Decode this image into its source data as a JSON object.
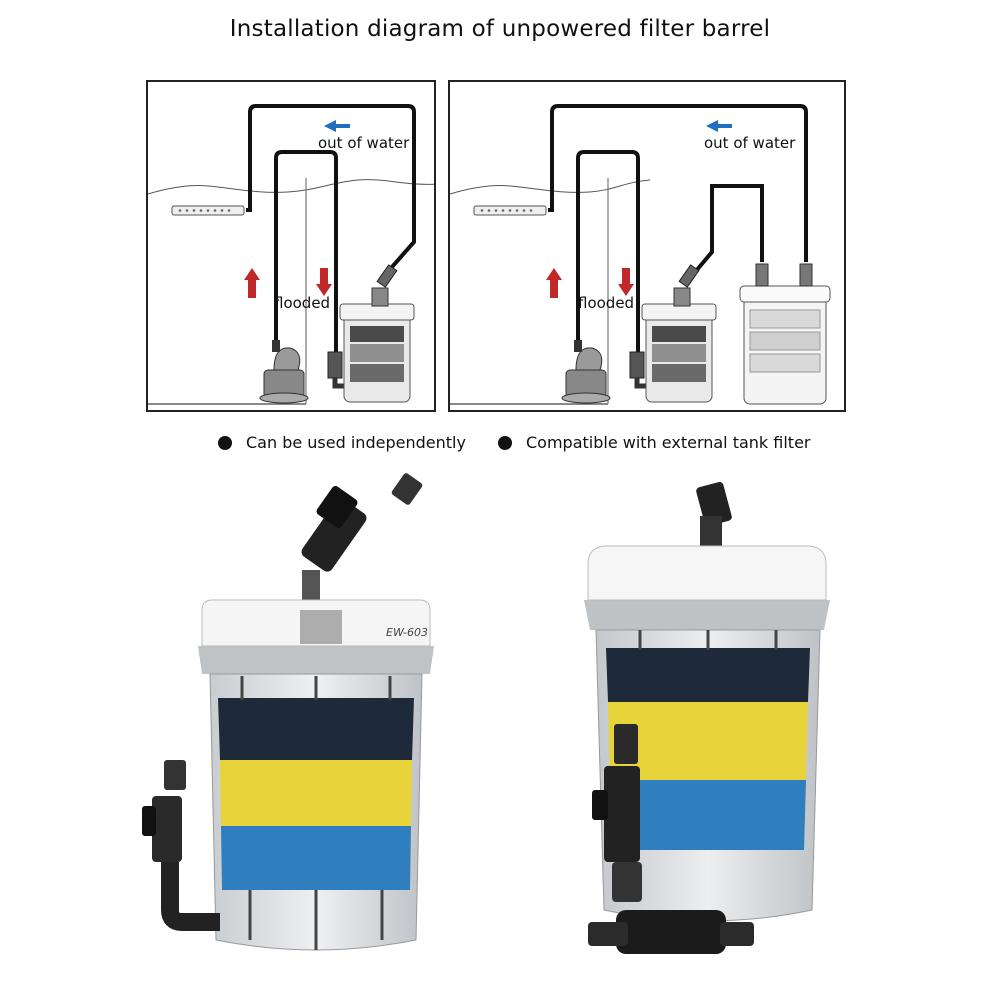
{
  "title": "Installation diagram of unpowered filter barrel",
  "diagrams": [
    {
      "out_label": "out of water",
      "flooded_label": "flooded"
    },
    {
      "out_label": "out of water",
      "flooded_label": "flooded"
    }
  ],
  "features": [
    "Can be used independently",
    "Compatible with external tank filter"
  ],
  "product": {
    "model_label": "EW-603",
    "sponge_colors": [
      "#1e2a3a",
      "#e8d43a",
      "#2f7fbf"
    ]
  },
  "colors": {
    "arrow_out": "#1f6fc0",
    "arrow_up": "#c0282a",
    "arrow_down": "#c0282a"
  }
}
